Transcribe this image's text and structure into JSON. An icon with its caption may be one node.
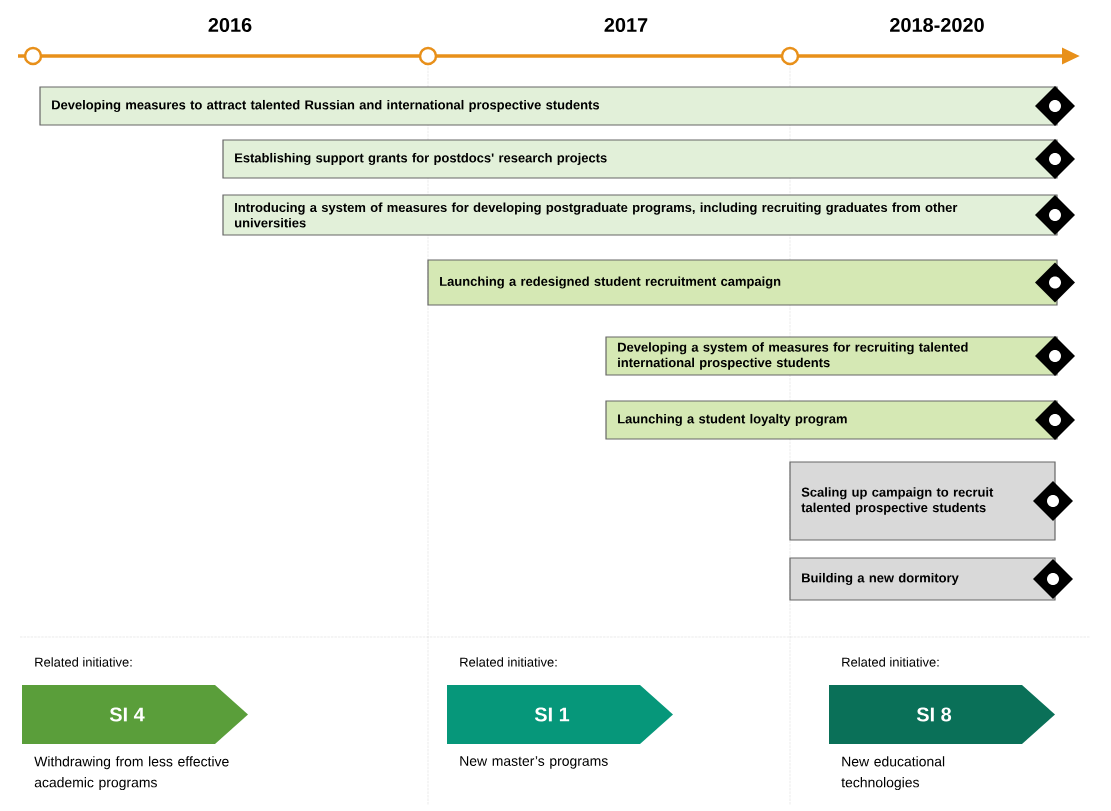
{
  "diagram": {
    "nodes": [
      {
        "text": [
          "Developing measures to attract talented Russian and international prospective students"
        ]
      },
      {
        "text": [
          "Establishing support grants for postdocs' research projects"
        ]
      },
      {
        "text": [
          "Introducing a system of measures for developing postgraduate programs, including recruiting graduates from other universities"
        ]
      },
      {
        "text": [
          "Launching a redesigned student recruitment campaign"
        ]
      },
      {
        "text": [
          "Developing a system of measures for recruiting talented international prospective students"
        ]
      },
      {
        "text": [
          "Launching a student loyalty program"
        ]
      },
      {
        "text": [
          "Scaling up campaign to recruit talented prospective students"
        ]
      },
      {
        "text": [
          "Building a new dormitory"
        ]
      },
      {
        "text": [
          "SI 4"
        ],
        "beside": [
          "Related initiative:",
          "Withdrawing from less effective academic programs"
        ]
      },
      {
        "text": [
          "SI 1"
        ],
        "beside": [
          "Related initiative:",
          "New master’s programs"
        ]
      },
      {
        "text": [
          "SI 8"
        ],
        "beside": [
          "Related initiative:",
          "New educational technologies"
        ]
      }
    ],
    "labels": [
      "2016",
      "2017",
      "2018-2020"
    ]
  }
}
